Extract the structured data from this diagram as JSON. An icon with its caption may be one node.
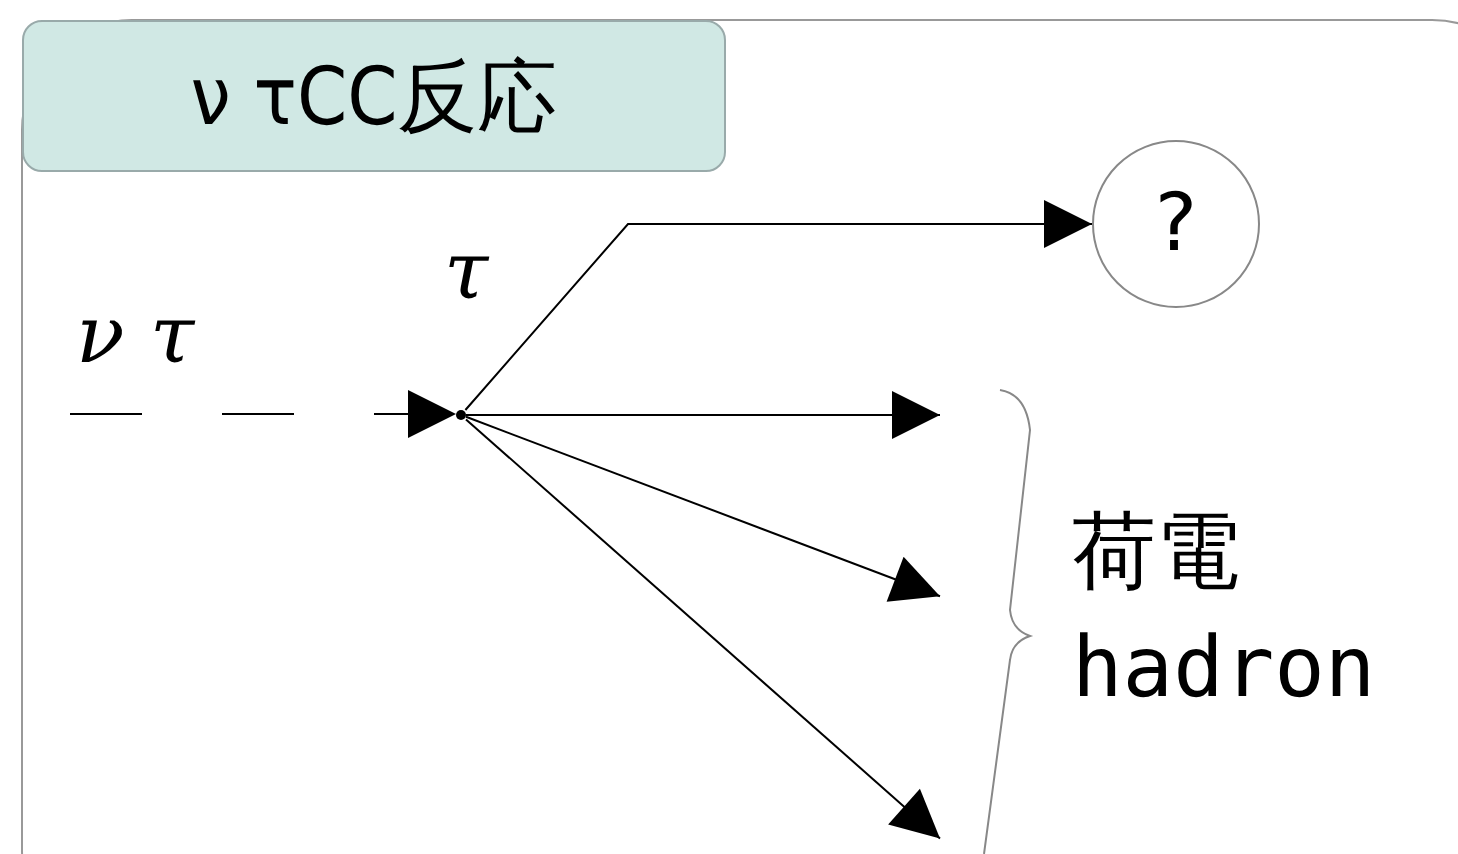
{
  "diagram": {
    "nodes": [
      {
        "text": [
          "ν τCC反応"
        ]
      },
      {
        "text": [],
        "shape": "point"
      },
      {
        "text": [
          "?"
        ]
      },
      {
        "text": [
          "荷電 hadron"
        ]
      }
    ],
    "edges": [
      {
        "from": null,
        "to": 1,
        "arrow": "to",
        "style": "dashed",
        "label": "ν τ"
      },
      {
        "from": 1,
        "to": 2,
        "arrow": "to",
        "label": "τ"
      },
      {
        "from": 1,
        "to": 3,
        "arrow": "to"
      },
      {
        "from": 1,
        "to": 3,
        "arrow": "to"
      },
      {
        "from": 1,
        "to": 3,
        "arrow": "to"
      }
    ]
  }
}
